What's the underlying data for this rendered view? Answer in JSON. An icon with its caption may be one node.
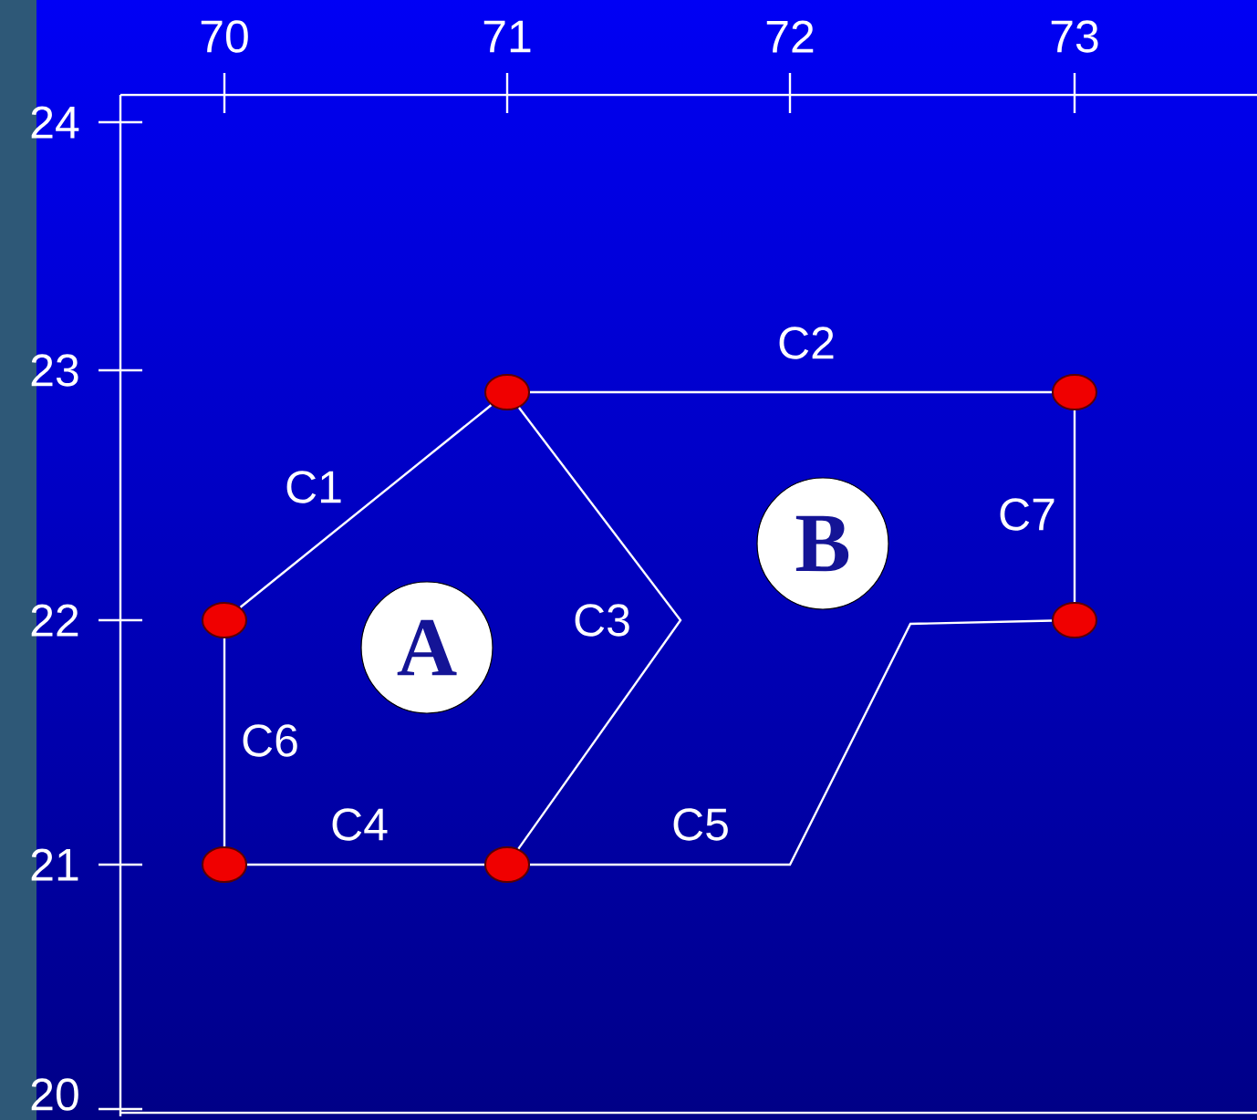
{
  "diagram": {
    "nodes": [
      {
        "text": [],
        "shape": "circle"
      },
      {
        "text": [],
        "shape": "circle"
      },
      {
        "text": [
          "B"
        ]
      },
      {
        "text": [],
        "shape": "circle"
      },
      {
        "text": [
          "A"
        ]
      },
      {
        "text": [],
        "shape": "circle"
      },
      {
        "text": [],
        "shape": "circle"
      },
      {
        "text": [],
        "shape": "circle"
      }
    ],
    "edges": [
      {
        "from": 3,
        "to": 0,
        "arrow": "none",
        "label": "C1"
      },
      {
        "from": 0,
        "to": 1,
        "arrow": "none",
        "label": "C2"
      },
      {
        "from": 0,
        "to": 7,
        "arrow": "none",
        "label": "C3"
      },
      {
        "from": 6,
        "to": 7,
        "arrow": "none",
        "label": "C4"
      },
      {
        "from": 7,
        "to": 5,
        "arrow": "none",
        "label": "C5"
      },
      {
        "from": 3,
        "to": 6,
        "arrow": "none",
        "label": "C6"
      },
      {
        "from": 1,
        "to": 5,
        "arrow": "none",
        "label": "C7"
      }
    ],
    "labels": [
      "70",
      "71",
      "72",
      "73",
      "24",
      "23",
      "22",
      "21",
      "20"
    ]
  }
}
